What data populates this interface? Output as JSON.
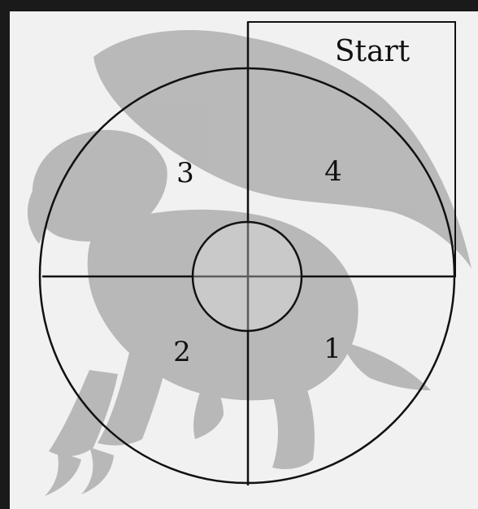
{
  "board": {
    "start_label": "Start",
    "quadrant_labels": {
      "q1": "1",
      "q2": "2",
      "q3": "3",
      "q4": "4"
    },
    "background_art": "griffin-illustration",
    "colors": {
      "frame": "#1a1a1a",
      "paper": "#f1f1f1",
      "ink": "#111111",
      "art": "#8a8a8a"
    }
  }
}
